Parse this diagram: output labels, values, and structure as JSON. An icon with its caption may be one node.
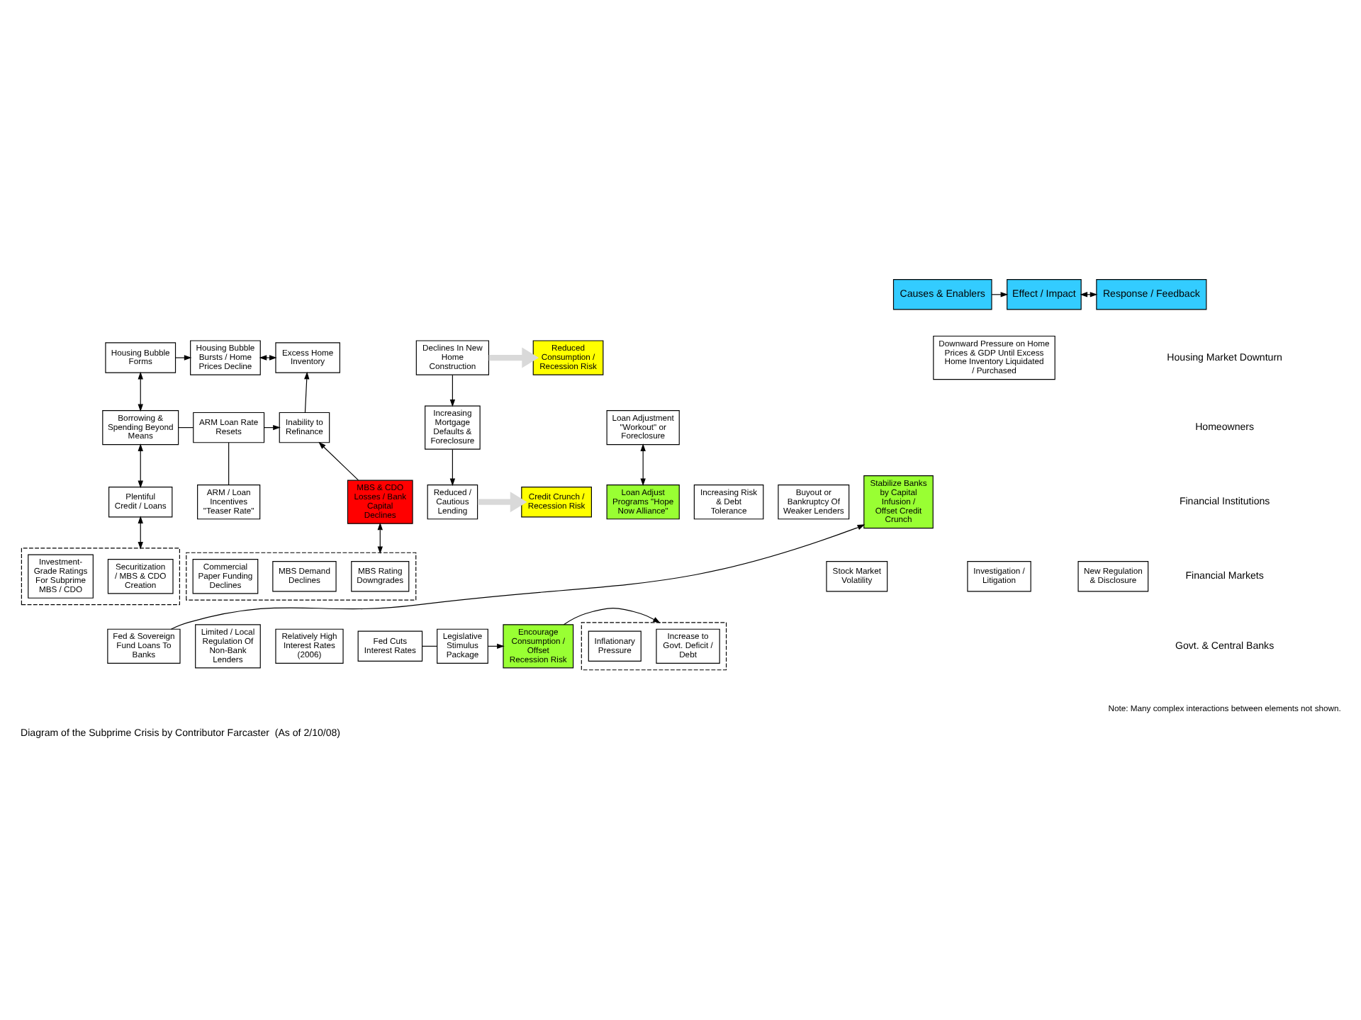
{
  "diagram": {
    "caption": "Diagram of the Subprime Crisis by Contributor Farcaster  (As of 2/10/08)",
    "nodes": [
      {
        "text": [
          "Causes & Enablers"
        ]
      },
      {
        "text": [
          "Effect / Impact"
        ]
      },
      {
        "text": [
          "Response / Feedback"
        ]
      },
      {
        "text": [
          "Housing Bubble Forms"
        ]
      },
      {
        "text": [
          "Housing Bubble Bursts / Home Prices Decline"
        ]
      },
      {
        "text": [
          "Excess Home Inventory"
        ]
      },
      {
        "text": [
          "Declines In New Home Construction"
        ]
      },
      {
        "text": [
          "Reduced Consumption / Recession Risk"
        ]
      },
      {
        "text": [
          "Downward Pressure on Home Prices & GDP Until Excess Home Inventory Liquidated / Purchased"
        ]
      },
      {
        "text": [
          "Borrowing & Spending Beyond Means"
        ]
      },
      {
        "text": [
          "ARM Loan Rate Resets"
        ]
      },
      {
        "text": [
          "Inability to Refinance"
        ]
      },
      {
        "text": [
          "Increasing Mortgage Defaults & Foreclosure"
        ]
      },
      {
        "text": [
          "Loan Adjustment \"Workout\" or Foreclosure"
        ]
      },
      {
        "text": [
          "ARM / Loan Incentives \"Teaser Rate\""
        ]
      },
      {
        "text": [
          "Plentiful Credit / Loans"
        ]
      },
      {
        "text": [
          "Increasing Risk & Debt Tolerance"
        ]
      },
      {
        "text": [
          "MBS & CDO Losses / Bank Capital Declines"
        ]
      },
      {
        "text": [
          "Reduced / Cautious Lending"
        ]
      },
      {
        "text": [
          "Credit Crunch / Recession Risk"
        ]
      },
      {
        "text": [
          "Buyout or Bankruptcy Of Weaker Lenders"
        ]
      },
      {
        "text": [
          "Loan Adjust Programs \"Hope Now Alliance\""
        ]
      },
      {
        "text": [
          "Stabilize Banks by Capital Infusion / Offset Credit Crunch"
        ]
      },
      {
        "text": [],
        "shape": "box"
      },
      {
        "text": [
          "Securitization / MBS & CDO Creation"
        ],
        "in": 23
      },
      {
        "text": [
          "Investment-Grade Ratings For Subprime MBS / CDO"
        ],
        "in": 23
      },
      {
        "text": [],
        "shape": "box"
      },
      {
        "text": [
          "MBS Rating Downgrades"
        ],
        "in": 26
      },
      {
        "text": [
          "MBS Demand Declines"
        ],
        "in": 26
      },
      {
        "text": [
          "Commercial Paper Funding Declines"
        ],
        "in": 26
      },
      {
        "text": [
          "Stock Market Volatility"
        ]
      },
      {
        "text": [
          "Investigation / Litigation"
        ]
      },
      {
        "text": [
          "New Regulation & Disclosure"
        ]
      },
      {
        "text": [
          "Limited / Local Regulation Of Non-Bank Lenders"
        ]
      },
      {
        "text": [
          "Relatively High Interest Rates (2006)"
        ]
      },
      {
        "text": [
          "Fed & Sovereign Fund Loans To Banks"
        ]
      },
      {
        "text": [
          "Fed Cuts Interest Rates"
        ]
      },
      {
        "text": [
          "Legislative Stimulus Package"
        ]
      },
      {
        "text": [
          "Encourage Consumption / Offset Recession Risk"
        ]
      },
      {
        "text": [],
        "shape": "box"
      },
      {
        "text": [
          "Increase to Govt. Deficit / Debt"
        ],
        "in": 39
      },
      {
        "text": [
          "Inflationary Pressure"
        ],
        "in": 39
      }
    ],
    "edges": [
      {
        "from": 0,
        "to": 1,
        "arrow": "to"
      },
      {
        "from": 1,
        "to": 2,
        "arrow": "both"
      },
      {
        "from": 3,
        "to": 4,
        "arrow": "to"
      },
      {
        "from": 4,
        "to": 5,
        "arrow": "both"
      },
      {
        "from": 3,
        "to": 9,
        "arrow": "both"
      },
      {
        "from": 6,
        "to": 7,
        "arrow": "to",
        "style": "thick",
        "color": "#d9d9d9"
      },
      {
        "from": 11,
        "to": 5,
        "arrow": "to"
      },
      {
        "from": 6,
        "to": 12,
        "arrow": "to"
      },
      {
        "from": 9,
        "to": 10,
        "arrow": "none"
      },
      {
        "from": 10,
        "to": 11,
        "arrow": "to"
      },
      {
        "from": 10,
        "to": 14,
        "arrow": "none"
      },
      {
        "from": 9,
        "to": 15,
        "arrow": "both"
      },
      {
        "from": 13,
        "to": 21,
        "arrow": "both"
      },
      {
        "from": 17,
        "to": 11,
        "arrow": "to"
      },
      {
        "from": 12,
        "to": 18,
        "arrow": "to"
      },
      {
        "from": 18,
        "to": 19,
        "arrow": "to",
        "style": "thick",
        "color": "#d9d9d9"
      },
      {
        "from": 15,
        "to": 23,
        "arrow": "both"
      },
      {
        "from": 17,
        "to": 26,
        "arrow": "both"
      },
      {
        "from": 35,
        "to": 22,
        "arrow": "to"
      },
      {
        "from": 36,
        "to": 37,
        "arrow": "none"
      },
      {
        "from": 37,
        "to": 38,
        "arrow": "to"
      },
      {
        "from": 38,
        "to": 39,
        "arrow": "to"
      }
    ],
    "labels": [
      "Housing Market Downturn",
      "Homeowners",
      "Financial Institutions",
      "Financial Markets",
      "Govt. & Central Banks",
      "Note: Many complex interactions between elements not shown."
    ]
  }
}
